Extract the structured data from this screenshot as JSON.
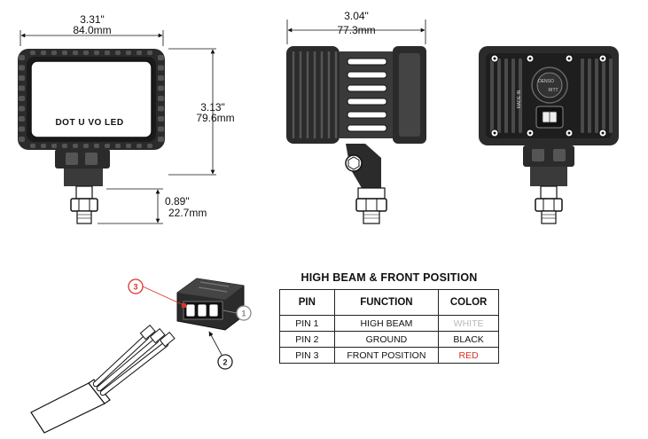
{
  "front_view": {
    "width_in": "3.31\"",
    "width_mm": "84.0mm",
    "height_in": "3.13\"",
    "height_mm": "79.6mm",
    "stud_in": "0.89\"",
    "stud_mm": "22.7mm",
    "lens_text": "DOT U VO LED"
  },
  "side_view": {
    "depth_in": "3.04\"",
    "depth_mm": "77.3mm"
  },
  "rear_view": {
    "labels": [
      "DENSO",
      "RITT",
      "MADE IN"
    ]
  },
  "connector": {
    "callouts": [
      {
        "number": "1",
        "color": "#888888"
      },
      {
        "number": "2",
        "color": "#222222"
      },
      {
        "number": "3",
        "color": "#d9352b"
      }
    ]
  },
  "pin_table": {
    "title": "HIGH BEAM & FRONT POSITION",
    "headers": [
      "PIN",
      "FUNCTION",
      "COLOR"
    ],
    "rows": [
      {
        "pin": "PIN 1",
        "function": "HIGH BEAM",
        "color": "WHITE",
        "color_hex": "#b8b8b8"
      },
      {
        "pin": "PIN 2",
        "function": "GROUND",
        "color": "BLACK",
        "color_hex": "#111111"
      },
      {
        "pin": "PIN 3",
        "function": "FRONT POSITION",
        "color": "RED",
        "color_hex": "#d9352b"
      }
    ]
  }
}
